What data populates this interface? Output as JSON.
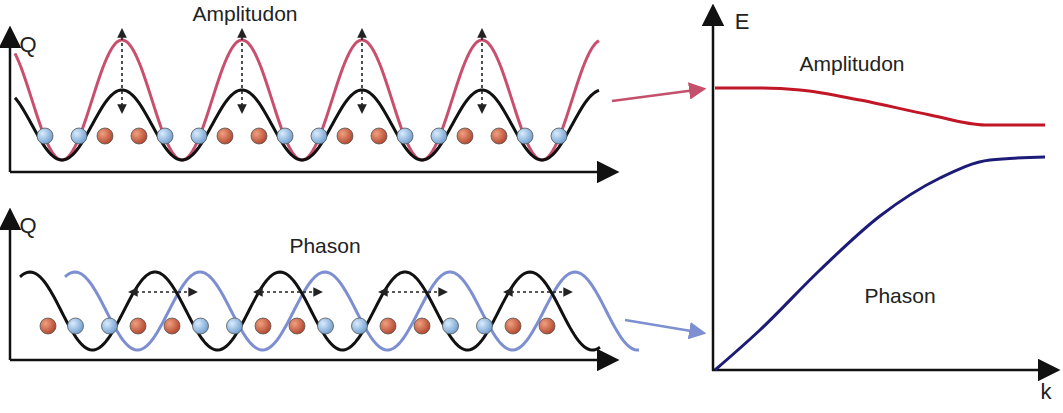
{
  "diagram": {
    "labels": [
      "Amplitudon",
      "Q",
      "E",
      "Amplitudon",
      "Phason",
      "Q",
      "Phason",
      "k"
    ]
  }
}
